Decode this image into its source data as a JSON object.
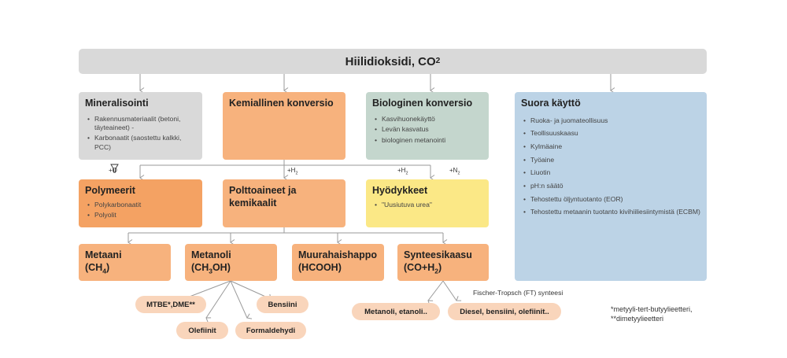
{
  "top": {
    "title": "Hiilidioksidi, CO",
    "title_sub": "2"
  },
  "mineral": {
    "title": "Mineralisointi",
    "items": [
      "Rakennusmateriaalit (betoni, täyteaineet) -",
      "Karbonaatit (saostettu kalkki, PCC)"
    ]
  },
  "kem": {
    "title": "Kemiallinen konversio"
  },
  "bio": {
    "title": "Biologinen konversio",
    "items": [
      "Kasvihuonekäyttö",
      "Levän kasvatus",
      "biologinen metanointi"
    ]
  },
  "suora": {
    "title": "Suora käyttö",
    "items": [
      "Ruoka- ja juomateollisuus",
      "Teollisuuskaasu",
      "Kylmäaine",
      "Työaine",
      "Liuotin",
      "pH:n säätö",
      "Tehostettu öljyntuotanto (EOR)",
      "Tehostettu metaanin tuotanto kivihiiliesiintymistä (ECBM)"
    ]
  },
  "poly": {
    "title": "Polymeerit",
    "items": [
      "Polykarbonaatit",
      "Polyolit"
    ]
  },
  "polt": {
    "title": "Polttoaineet ja kemikaalit"
  },
  "hyo": {
    "title": "Hyödykkeet",
    "items": [
      "\"Uusiutuva urea\""
    ]
  },
  "labels": {
    "o_plus": "+O",
    "h2_a": "+H",
    "h2_b": "+H",
    "n2": "+N",
    "sub2": "2"
  },
  "row3": {
    "metaani": {
      "title": "Metaani",
      "formula_pre": "(CH",
      "formula_sub": "4",
      "formula_post": ")"
    },
    "metanoli": {
      "title": "Metanoli",
      "formula_pre": "(CH",
      "formula_sub": "3",
      "formula_post": "OH)"
    },
    "muurahais": {
      "title": "Muurahaishappo",
      "formula": "(HCOOH)"
    },
    "synteesi": {
      "title": "Synteesikaasu",
      "formula_pre": "(CO+H",
      "formula_sub": "2",
      "formula_post": ")"
    }
  },
  "pills": {
    "mtbe": "MTBE*,DME**",
    "bensiini": "Bensiini",
    "olefiinit": "Olefiinit",
    "formaldehydi": "Formaldehydi",
    "metanoli_etanoli": "Metanoli, etanoli..",
    "diesel": "Diesel, bensiini, olefiinit.."
  },
  "ft_label": "Fischer-Tropsch (FT) synteesi",
  "footnote": {
    "line1": "*metyyli-tert-butyylieetteri,",
    "line2": "**dimetyylieetteri"
  },
  "colors": {
    "line": "#9a9a9a",
    "gray": "#d9d9d9",
    "orange": "#f7b27d",
    "green": "#c4d6cd",
    "yellow": "#fbe886",
    "blue": "#bcd3e6",
    "pill": "#f9d5bb"
  }
}
